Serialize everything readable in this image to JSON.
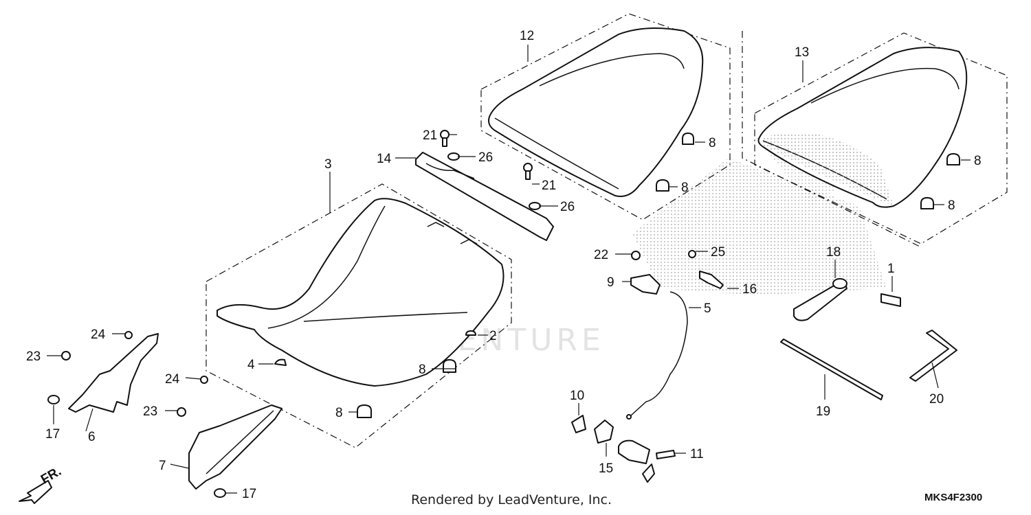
{
  "callouts": [
    "1",
    "2",
    "3",
    "4",
    "5",
    "6",
    "7",
    "8",
    "9",
    "10",
    "11",
    "12",
    "13",
    "14",
    "15",
    "16",
    "17",
    "18",
    "19",
    "20",
    "21",
    "22",
    "23",
    "24",
    "25",
    "26"
  ],
  "front_indicator": "FR.",
  "watermark": "LEADVENTURE",
  "footer_text": "Rendered by LeadVenture, Inc.",
  "diagram_code": "MKS4F2300"
}
